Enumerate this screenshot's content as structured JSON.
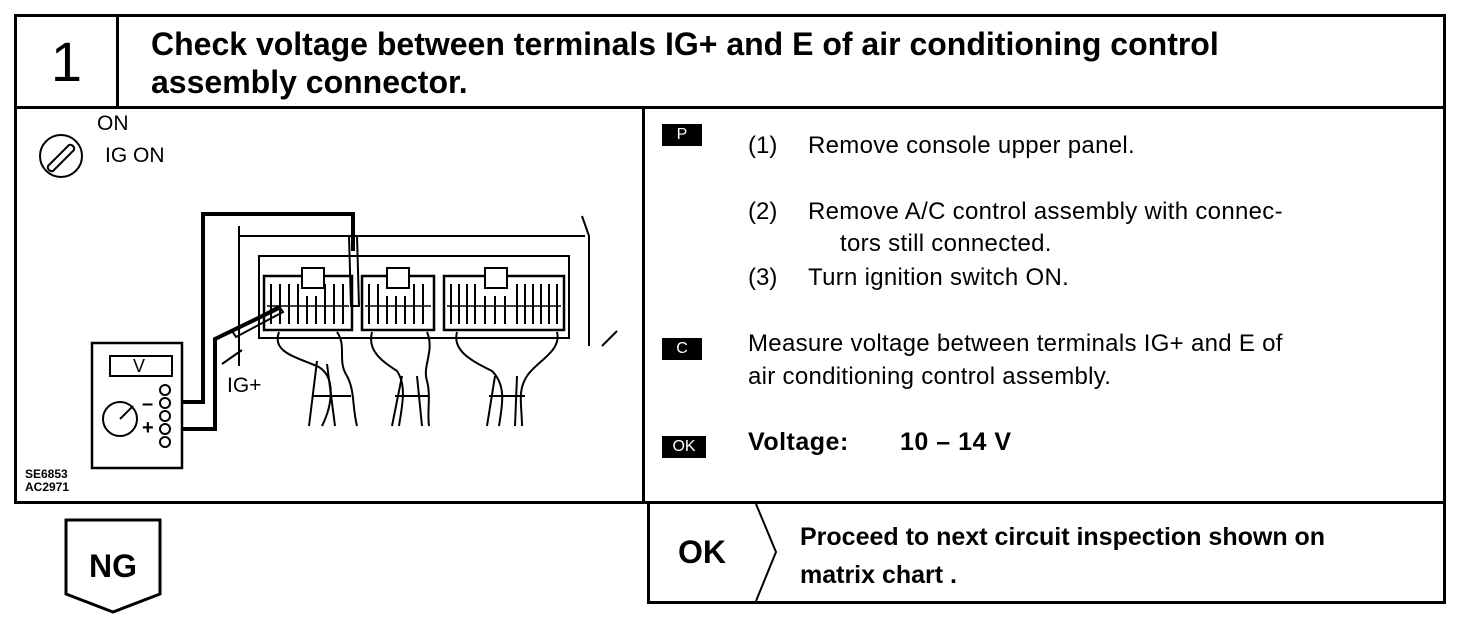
{
  "step": {
    "number": "1",
    "title_line1": "Check voltage between terminals IG+ and E of air conditioning control",
    "title_line2": "assembly connector."
  },
  "illustration": {
    "switch_on": "ON",
    "switch_ig_on": "IG ON",
    "meter_unit": "V",
    "terminal_label": "IG+",
    "minus_sign": "–",
    "plus_sign": "+",
    "code_line1": "SE6853",
    "code_line2": "AC2971"
  },
  "instructions": {
    "prep_badge": "P",
    "step1_num": "(1)",
    "step1_text": "Remove console upper panel.",
    "step2_num": "(2)",
    "step2_text_line1": "Remove A/C control assembly with connec-",
    "step2_text_line2": "tors still connected.",
    "step3_num": "(3)",
    "step3_text": "Turn ignition switch ON.",
    "check_badge": "C",
    "check_line1": "Measure voltage between terminals IG+ and E of",
    "check_line2": "air conditioning control assembly.",
    "ok_badge": "OK",
    "spec_label": "Voltage:",
    "spec_value": "10 – 14 V"
  },
  "result": {
    "ng_label": "NG",
    "ok_label": "OK",
    "ok_message_line1": "Proceed to next circuit inspection shown on",
    "ok_message_line2": "matrix chart ."
  }
}
